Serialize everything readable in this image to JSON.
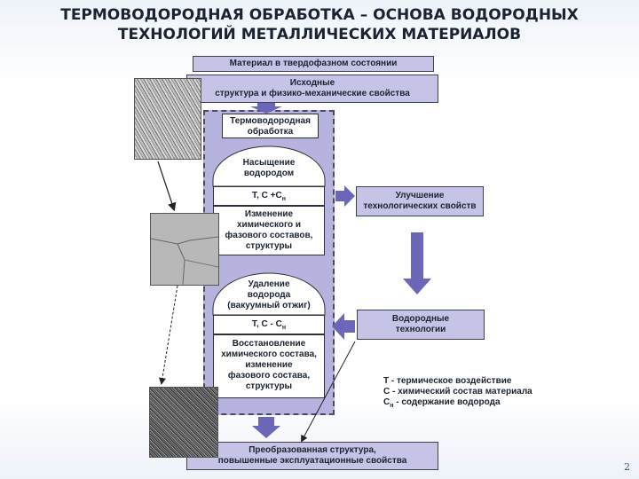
{
  "title": {
    "line1": "ТЕРМОВОДОРОДНАЯ ОБРАБОТКА – ОСНОВА ВОДОРОДНЫХ",
    "line2": "ТЕХНОЛОГИЙ МЕТАЛЛИЧЕСКИХ МАТЕРИАЛОВ"
  },
  "nodes": {
    "material_state": "Материал в твердофазном состоянии",
    "initial_line1": "Исходные",
    "initial_line2": "структура и физико-механические свойства",
    "tvo_line1": "Термоводородная",
    "tvo_line2": "обработка",
    "saturation_line1": "Насыщение",
    "saturation_line2": "водородом",
    "t_c_plus": "Т, С +С",
    "t_c_plus_sub": "н",
    "change_line1": "Изменение",
    "change_line2": "химического и",
    "change_line3": "фазового составов,",
    "change_line4": "структуры",
    "improve_line1": "Улучшение",
    "improve_line2": "технологических свойств",
    "removal_line1": "Удаление",
    "removal_line2": "водорода",
    "removal_line3": "(вакуумный отжиг)",
    "t_c_minus": "Т, С - С",
    "t_c_minus_sub": "н",
    "restore_line1": "Восстановление",
    "restore_line2": "химического состава,",
    "restore_line3": "изменение",
    "restore_line4": "фазового состава,",
    "restore_line5": "структуры",
    "hydrogen_tech_line1": "Водородные",
    "hydrogen_tech_line2": "технологии",
    "result_line1": "Преобразованная структура,",
    "result_line2": "повышенные эксплуатационные свойства"
  },
  "legend": {
    "t": "Т - термическое воздействие",
    "c": "С - химический состав материала",
    "cn": "С",
    "cn_sub": "н",
    "cn_rest": " - содержание водорода"
  },
  "page_number": "2",
  "colors": {
    "box_fill": "#c5c4e6",
    "panel_fill": "#b6b4df",
    "arrow_fill": "#6a66b8",
    "text": "#1b2333"
  }
}
